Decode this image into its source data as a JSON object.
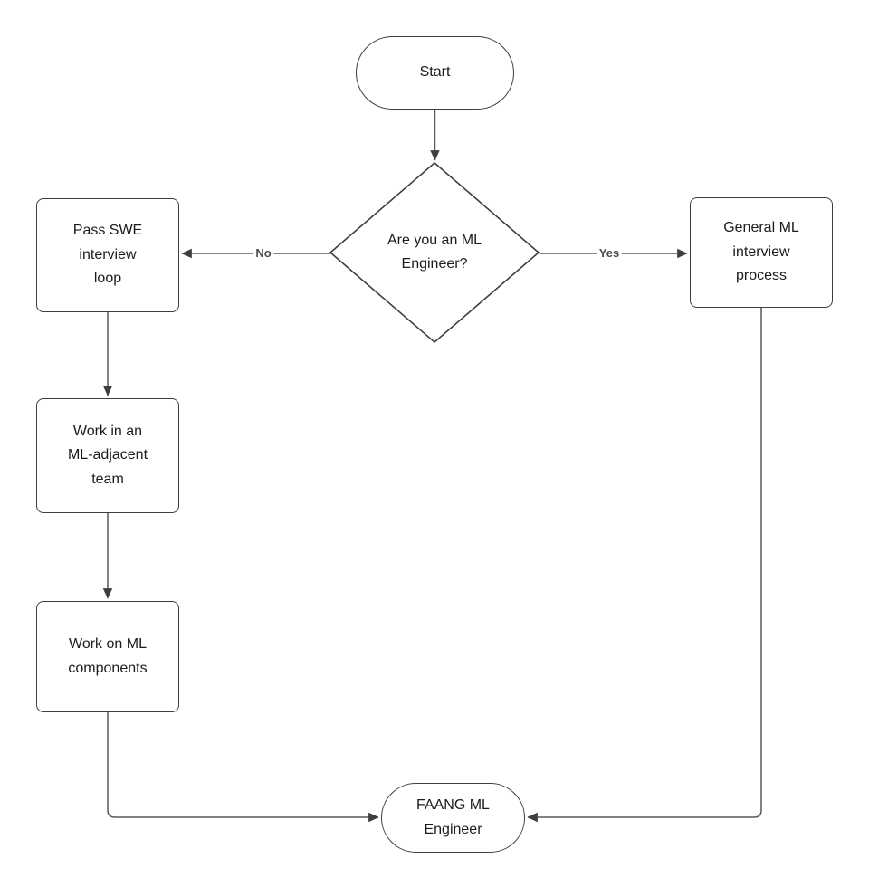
{
  "diagram": {
    "background_color": "#ffffff",
    "shape_border_color": "#3e3e40",
    "connector_color": "#58595b",
    "arrow_color": "#3e3e40",
    "text_color": "#1b1b1d",
    "nodes": {
      "start": {
        "shape": "terminator",
        "label": "Start"
      },
      "decision": {
        "shape": "decision",
        "label": "Are you an ML\nEngineer?"
      },
      "pass_swe": {
        "shape": "process",
        "label": "Pass SWE\ninterview\nloop"
      },
      "general_ml": {
        "shape": "process",
        "label": "General ML\ninterview\nprocess"
      },
      "ml_adjacent_team": {
        "shape": "process",
        "label": "Work in an\nML-adjacent\nteam"
      },
      "ml_components": {
        "shape": "process",
        "label": "Work on ML\ncomponents"
      },
      "faang": {
        "shape": "terminator",
        "label": "FAANG ML\nEngineer"
      }
    },
    "edge_labels": {
      "no": "No",
      "yes": "Yes"
    }
  }
}
